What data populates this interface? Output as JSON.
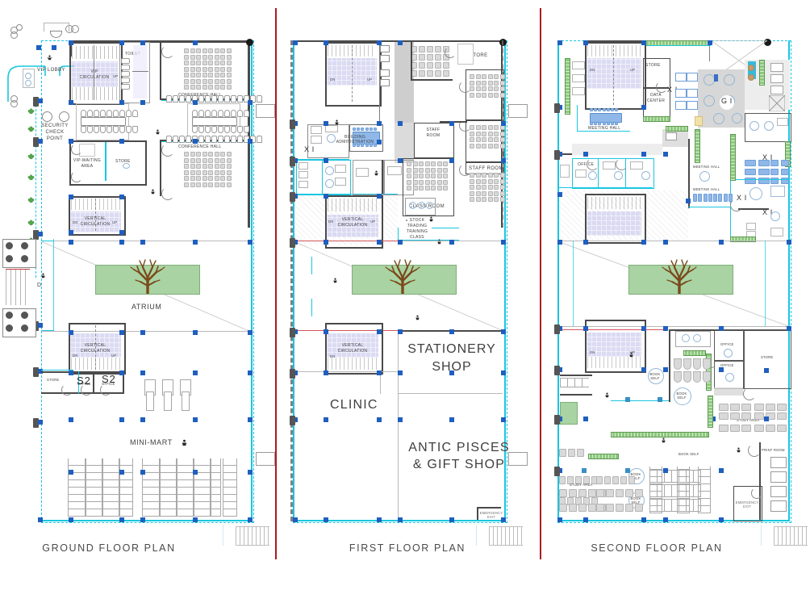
{
  "sheet": {
    "background": "#ffffff",
    "divider_color": "#a81c20",
    "accent_cyan": "#19c6e0",
    "column_blue": "#1f5fbf",
    "wall_grey": "#4a4a4a",
    "atrium_green": "#a9d3a2",
    "stair_violet": "#c9c8ee"
  },
  "panels": [
    {
      "id": "ground",
      "title": "GROUND FLOOR PLAN",
      "rooms": [
        {
          "label": "VIP LOBBY"
        },
        {
          "label": "VIP\nCIRCULATION"
        },
        {
          "label": "TOILET"
        },
        {
          "label": "CONFERENCE HALL"
        },
        {
          "label": "CONFERENCE HALL"
        },
        {
          "label": "SECURITY\nCHECK\nPOINT"
        },
        {
          "label": "VIP-WAITING\nAREA"
        },
        {
          "label": "STORE"
        },
        {
          "label": "VERTICAL\nCIRCULATION"
        },
        {
          "label": "ATRIUM"
        },
        {
          "label": "VERTICAL\nCIRCULATION"
        },
        {
          "label": "STORE"
        },
        {
          "label": "OFFICE"
        },
        {
          "label": "OFFICE"
        },
        {
          "label": "MINI-MART"
        },
        {
          "label": "D"
        },
        {
          "label": "S2"
        },
        {
          "label": "S2"
        }
      ]
    },
    {
      "id": "first",
      "title": "FIRST FLOOR PLAN",
      "rooms": [
        {
          "label": "STORE"
        },
        {
          "label": "STAFF\nROOM"
        },
        {
          "label": "BUILDING\nADMINISTRATION"
        },
        {
          "label": "CLASS ROOM"
        },
        {
          "label": "STAFF ROOM"
        },
        {
          "label": "VERTICAL\nCIRCULATION"
        },
        {
          "label": "STOCK\nTRADING\nTRAINING\nCLASS"
        },
        {
          "label": "VERTICAL\nCIRCULATION"
        },
        {
          "label": "STATIONERY\nSHOP"
        },
        {
          "label": "CLINIC"
        },
        {
          "label": "ANTIC PISCES\n& GIFT SHOP"
        },
        {
          "label": "X I"
        }
      ]
    },
    {
      "id": "second",
      "title": "SECOND FLOOR PLAN",
      "rooms": [
        {
          "label": "STORE"
        },
        {
          "label": "DATA\nCENTER"
        },
        {
          "label": "MEETING HALL"
        },
        {
          "label": "OFFICE"
        },
        {
          "label": "MEETING HALL"
        },
        {
          "label": "MEETING HALL"
        },
        {
          "label": "X I"
        },
        {
          "label": "X I"
        },
        {
          "label": "X I"
        },
        {
          "label": "X I"
        },
        {
          "label": "G I"
        },
        {
          "label": "OFFICE"
        },
        {
          "label": "OFFICE"
        },
        {
          "label": "STORE"
        },
        {
          "label": "STUDY AREA"
        },
        {
          "label": "STUDY AREA"
        },
        {
          "label": "BOOK\nSELF"
        },
        {
          "label": "BOOK\nSELF"
        },
        {
          "label": "BOOK\nSELF"
        },
        {
          "label": "BOOK\nSELF"
        },
        {
          "label": "BOOK SELF"
        },
        {
          "label": "PRINT ROOM"
        },
        {
          "label": "EMERGENCY\nEXIT"
        }
      ]
    }
  ],
  "labels": {
    "ground": {
      "vip_lobby": "VIP LOBBY",
      "vip_circulation": "VIP\nCIRCULATION",
      "toilet": "TOILET",
      "conference_hall_1": "CONFERENCE HALL",
      "conference_hall_2": "CONFERENCE HALL",
      "security_check_point": "SECURITY\nCHECK\nPOINT",
      "vip_waiting_area": "VIP-WAITING\nAREA",
      "store_upper": "STORE",
      "vertical_circulation_1": "VERTICAL\nCIRCULATION",
      "atrium": "ATRIUM",
      "vertical_circulation_2": "VERTICAL\nCIRCULATION",
      "store_lower": "STORE",
      "office_1": "OFFICE",
      "office_2": "OFFICE",
      "mini_mart": "MINI-MART",
      "ramp_d": "D",
      "stair_tag_1": "S2",
      "stair_tag_2": "S2",
      "title": "GROUND FLOOR PLAN"
    },
    "first": {
      "store": "STORE",
      "staff_room_top": "STAFF\nROOM",
      "building_administration": "BUILDING\nADMINISTRATION",
      "class_room": "CLASS ROOM",
      "staff_room_right": "STAFF ROOM",
      "vertical_circulation_1": "VERTICAL\nCIRCULATION",
      "stock_trading": "STOCK\nTRADING\nTRAINING\nCLASS",
      "vertical_circulation_2": "VERTICAL\nCIRCULATION",
      "stationery_shop": "STATIONERY\nSHOP",
      "clinic": "CLINIC",
      "antic_pisces": "ANTIC PISCES\n& GIFT SHOP",
      "xi_tag": "X I",
      "title": "FIRST FLOOR PLAN"
    },
    "second": {
      "store_top": "STORE",
      "data_center": "DATA\nCENTER",
      "meeting_hall_top": "MEETING HALL",
      "office_left": "OFFICE",
      "meeting_hall_mid": "MEETING HALL",
      "meeting_hall_low": "MEETING HALL",
      "xi_1": "X I",
      "xi_2": "X I",
      "xi_3": "X I",
      "xi_4": "X I",
      "gi": "G I",
      "office_a": "OFFICE",
      "office_b": "OFFICE",
      "store_right": "STORE",
      "study_area_1": "STUDY AREA",
      "study_area_2": "STUDY AREA",
      "book_self_1": "BOOK\nSELF",
      "book_self_2": "BOOK\nSELF",
      "book_self_3": "BOOK\nSELF",
      "book_self_4": "BOOK\nSELF",
      "book_self_5": "BOOK SELF",
      "print_room": "PRINT ROOM",
      "emergency_exit": "EMERGENCY\nEXIT",
      "title": "SECOND FLOOR PLAN"
    }
  }
}
